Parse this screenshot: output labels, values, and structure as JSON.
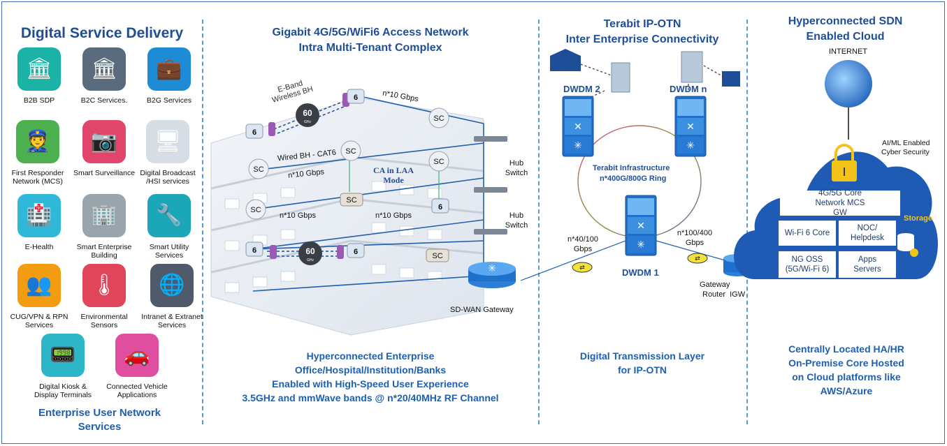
{
  "left": {
    "title": "Digital Service Delivery",
    "services": [
      {
        "label": "B2B SDP",
        "icon": "b2b-sdp-icon",
        "color": "#1bb3a6"
      },
      {
        "label": "B2C Services.",
        "icon": "governance-icon",
        "color": "#5a6b7d"
      },
      {
        "label": "B2G Services",
        "icon": "b2g-briefcase-icon",
        "color": "#1e8bd6"
      },
      {
        "label": "First Responder Network (MCS)",
        "icon": "first-responder-icon",
        "color": "#4caf50"
      },
      {
        "label": "Smart Surveillance",
        "icon": "surveillance-camera-icon",
        "color": "#e0456b"
      },
      {
        "label": "Digital Broadcast /HSI services",
        "icon": "broadcast-devices-icon",
        "color": "#d7dde5"
      },
      {
        "label": "E-Health",
        "icon": "e-health-icon",
        "color": "#2fb8d8"
      },
      {
        "label": "Smart Enterprise Building",
        "icon": "smart-building-icon",
        "color": "#9aa4ad"
      },
      {
        "label": "Smart Utility Services",
        "icon": "utility-tools-icon",
        "color": "#1ba7b8"
      },
      {
        "label": "CUG/VPN & RPN Services",
        "icon": "cug-group-icon",
        "color": "#f39c12"
      },
      {
        "label": "Environmental Sensors",
        "icon": "thermometer-icon",
        "color": "#e0455a"
      },
      {
        "label": "Intranet & Extranet Services",
        "icon": "intranet-network-icon",
        "color": "#4f5b6b"
      },
      {
        "label": "Digital Kiosk & Display Terminals",
        "icon": "kiosk-icon",
        "color": "#2cb6c8"
      },
      {
        "label": "Connected Vehicle Applications",
        "icon": "connected-vehicle-icon",
        "color": "#e04ea0"
      }
    ],
    "footer": "Enterprise User Network Services"
  },
  "access": {
    "title_line1": "Gigabit 4G/5G/WiFi6 Access Network",
    "title_line2": "Intra Multi-Tenant Complex",
    "labels": {
      "eband": "E-Band Wireless BH",
      "gbps_top": "n*10 Gbps",
      "wired": "Wired BH - CAT6",
      "gbps_mid1": "n*10 Gbps",
      "ca_laa": "CA in LAA Mode",
      "gbps_left": "n*10 Gbps",
      "gbps_right": "n*10 Gbps",
      "hub1": "Hub Switch",
      "hub2": "Hub Switch",
      "sixty1": "60",
      "sixty2": "60",
      "ghz": "GHz",
      "sc": "SC",
      "six": "6",
      "sdwan": "SD-WAN Gateway"
    },
    "footer": [
      "Hyperconnected Enterprise",
      "Office/Hospital/Institution/Banks",
      "Enabled with High-Speed User Experience",
      "3.5GHz and mmWave bands @ n*20/40MHz RF Channel"
    ]
  },
  "transport": {
    "title_line1": "Terabit IP-OTN",
    "title_line2": "Inter Enterprise Connectivity",
    "dwdm2": "DWDM 2",
    "dwdmn": "DWDM n",
    "dwdm1": "DWDM 1",
    "ring_line1": "Terabit Infrastructure",
    "ring_line2": "n*400G/800G Ring",
    "link_left": "n*40/100 Gbps",
    "link_right": "n*100/400 Gbps",
    "gateway": "Gateway",
    "router_igw": "Router  IGW",
    "footer_line1": "Digital Transmission Layer",
    "footer_line2": "for IP-OTN"
  },
  "cloud": {
    "title_line1": "Hyperconnected SDN",
    "title_line2": "Enabled Cloud",
    "internet": "INTERNET",
    "security_line1": "AI/ML Enabled",
    "security_line2": "Cyber Security",
    "core": "4G/5G Core Network MCS GW",
    "storage": "Storage",
    "wifi_core": "Wi-Fi 6 Core",
    "noc": "NOC/ Helpdesk",
    "ngoss": "NG OSS (5G/Wi-Fi 6)",
    "apps": "Apps Servers",
    "footer": [
      "Centrally Located HA/HR",
      "On-Premise Core Hosted",
      "on Cloud platforms like",
      "AWS/Azure"
    ]
  },
  "colors": {
    "title": "#1f4e98",
    "accent": "#1f5fad",
    "divider": "#5b9bd5",
    "cloud": "#1f5bb5"
  }
}
